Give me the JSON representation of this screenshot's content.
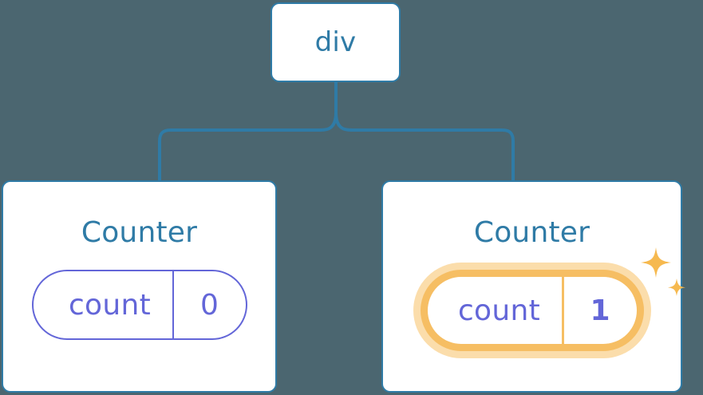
{
  "diagram": {
    "type": "component-tree",
    "description": "React component tree with a div root and two Counter children; the right Counter's count state is highlighted as updated",
    "background_color": "#4b6670",
    "node_border_color": "#2f7ba6",
    "node_fill_color": "#ffffff",
    "title_text_color": "#2f7ba6",
    "state_pill_color": "#6366d8",
    "highlight_ring_color": "#f6be63",
    "highlight_glow_color": "#fbddab",
    "connector_color": "#2f7ba6"
  },
  "root": {
    "label": "div"
  },
  "counters": [
    {
      "title": "Counter",
      "state": {
        "key": "count",
        "value": "0"
      },
      "highlighted": false
    },
    {
      "title": "Counter",
      "state": {
        "key": "count",
        "value": "1"
      },
      "highlighted": true
    }
  ],
  "icons": {
    "sparkle_large": "sparkle-icon",
    "sparkle_small": "sparkle-icon"
  }
}
